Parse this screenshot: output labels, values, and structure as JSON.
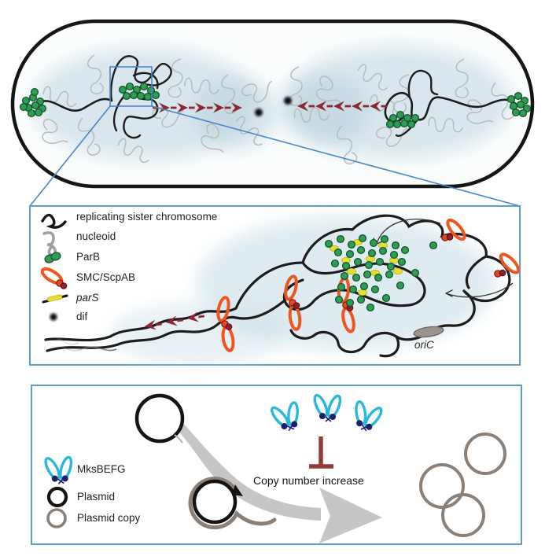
{
  "middle_panel": {
    "legend": [
      {
        "icon": "chromosome-squiggle-icon",
        "label": "replicating sister chromosome"
      },
      {
        "icon": "nucleoid-squiggle-icon",
        "label": "nucleoid"
      },
      {
        "icon": "parb-icon",
        "label": "ParB"
      },
      {
        "icon": "smc-scpab-icon",
        "label": "SMC/ScpAB"
      },
      {
        "icon": "pars-icon",
        "label": "parS"
      },
      {
        "icon": "dif-icon",
        "label": "dif"
      }
    ],
    "oric_label": "oriC"
  },
  "bottom_panel": {
    "legend": [
      {
        "icon": "mksbefg-icon",
        "label": "MksBEFG"
      },
      {
        "icon": "plasmid-icon",
        "label": "Plasmid"
      },
      {
        "icon": "plasmid-copy-icon",
        "label": "Plasmid copy"
      }
    ],
    "inhibition_label": "Copy number increase"
  },
  "colors": {
    "arrow_red": "#8e2633",
    "smc_orange": "#f1551f",
    "smc_knob_maroon": "#8e2130",
    "parb_green": "#2e9e53",
    "pars_yellow": "#e5e02e",
    "mks_cyan": "#29b7dc",
    "mks_navy": "#1b1f6e",
    "panel_border_blue": "#5b9ec9",
    "callout_blue": "#4a87c7",
    "plasmid_black": "#141414",
    "plasmid_copy_gray": "#8a8078",
    "swoosh_gray": "#c6c6c6",
    "inhibition_maroon": "#963b3b",
    "nucleoid_gray": "#b7bcbe",
    "cloud_blue": "#bed5e0"
  }
}
